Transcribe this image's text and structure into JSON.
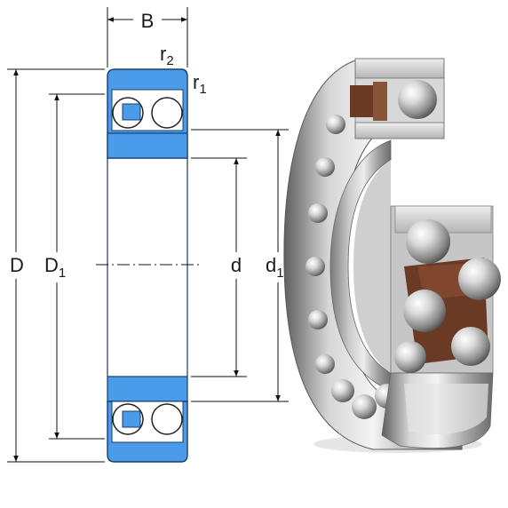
{
  "labels": {
    "width": "B",
    "radius_outer": "r",
    "radius_outer_sub": "2",
    "radius_inner": "r",
    "radius_inner_sub": "1",
    "outer_diameter": "D",
    "outer_ring_diameter": "D",
    "outer_ring_diameter_sub": "1",
    "bore_diameter": "d",
    "inner_ring_diameter": "d",
    "inner_ring_diameter_sub": "1"
  },
  "colors": {
    "ring_section": "#4a9bea",
    "ring_outline": "#1c3d6a",
    "dimension_line": "#111111",
    "cage": "#6a3a25",
    "steel_light": "#f2f2f2",
    "steel_dark": "#6d6d6d"
  }
}
